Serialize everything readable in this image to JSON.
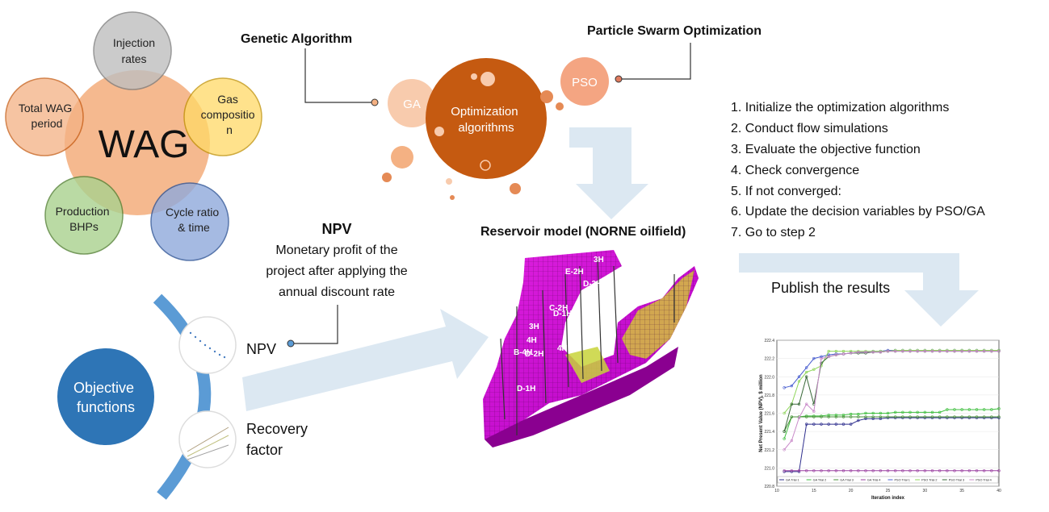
{
  "wag": {
    "center_label": "WAG",
    "injection_rates": "Injection rates",
    "gas_composition": [
      "Gas",
      "compositio",
      "n"
    ],
    "cycle_ratio": [
      "Cycle ratio",
      "& time"
    ],
    "production_bhps": [
      "Production",
      "BHPs"
    ],
    "total_wag_period": [
      "Total WAG",
      "period"
    ],
    "colors": {
      "center": "#f4b183",
      "injection": "#bfbfbf",
      "gas": "#ffd966",
      "cycle": "#8faadc",
      "production": "#a9d18e",
      "total": "#f4b183"
    }
  },
  "optimization": {
    "genetic_algorithm": "Genetic Algorithm",
    "particle_swarm": "Particle Swarm Optimization",
    "ga": "GA",
    "pso": "PSO",
    "center": [
      "Optimization",
      "algorithms"
    ],
    "colors": {
      "center": "#c55a11",
      "ga": "#f8cbad",
      "pso": "#f4a582"
    }
  },
  "steps": [
    "1.  Initialize the optimization algorithms",
    "2.  Conduct flow simulations",
    "3.  Evaluate the objective function",
    "4.  Check convergence",
    "5.  If not converged:",
    "6.  Update the decision variables by PSO/GA",
    "7.  Go to step 2"
  ],
  "reservoir": {
    "title": "Reservoir model (NORNE oilfield)",
    "well_labels": [
      "3H",
      "E-2H",
      "D-3H",
      "C-2H",
      "3H",
      "D-1H",
      "4H",
      "B-4H",
      "4H",
      "D-2H",
      "D-1H"
    ]
  },
  "npv_box": {
    "title": "NPV",
    "description": [
      "Monetary profit of the",
      "project after applying the",
      "annual discount rate"
    ]
  },
  "objective": {
    "circle": [
      "Objective",
      "functions"
    ],
    "npv": "NPV",
    "recovery": [
      "Recovery",
      "factor"
    ],
    "colors": {
      "circle": "#2e75b6",
      "arc": "#5b9bd5"
    }
  },
  "publish": "Publish the results",
  "chart_data": {
    "type": "line",
    "ylabel": "Net Present Value (NPV), $ million",
    "xlabel": "Iteration index",
    "xlim": [
      10,
      40
    ],
    "ylim": [
      220.8,
      222.4
    ],
    "xticks": [
      "10",
      "15",
      "20",
      "25",
      "30",
      "35",
      "40"
    ],
    "yticks": [
      "220.8",
      "221.0",
      "221.2",
      "221.4",
      "221.6",
      "221.8",
      "222.0",
      "222.2",
      "222.4"
    ],
    "x": [
      11,
      12,
      13,
      14,
      15,
      16,
      17,
      18,
      19,
      20,
      21,
      22,
      23,
      24,
      25,
      26,
      27,
      28,
      29,
      30,
      31,
      32,
      33,
      34,
      35,
      36,
      37,
      38,
      39,
      40
    ],
    "series": [
      {
        "name": "GA Trial 1",
        "color": "#2c2c8c",
        "values": [
          220.96,
          220.96,
          220.96,
          221.48,
          221.48,
          221.48,
          221.48,
          221.48,
          221.48,
          221.48,
          221.52,
          221.54,
          221.54,
          221.54,
          221.55,
          221.55,
          221.55,
          221.55,
          221.55,
          221.55,
          221.55,
          221.55,
          221.55,
          221.55,
          221.55,
          221.55,
          221.55,
          221.55,
          221.55,
          221.55
        ]
      },
      {
        "name": "GA Trial 2",
        "color": "#3fbf3f",
        "values": [
          221.32,
          221.56,
          221.56,
          221.57,
          221.57,
          221.57,
          221.58,
          221.58,
          221.58,
          221.59,
          221.59,
          221.6,
          221.6,
          221.6,
          221.6,
          221.61,
          221.61,
          221.61,
          221.61,
          221.61,
          221.61,
          221.61,
          221.64,
          221.64,
          221.64,
          221.64,
          221.64,
          221.64,
          221.64,
          221.65
        ]
      },
      {
        "name": "GA Trial 3",
        "color": "#4a8f3a",
        "values": [
          221.4,
          221.56,
          221.56,
          221.56,
          221.56,
          221.56,
          221.56,
          221.56,
          221.56,
          221.56,
          221.56,
          221.56,
          221.56,
          221.56,
          221.56,
          221.56,
          221.56,
          221.56,
          221.56,
          221.56,
          221.56,
          221.56,
          221.56,
          221.56,
          221.56,
          221.56,
          221.56,
          221.56,
          221.56,
          221.56
        ]
      },
      {
        "name": "GA Trial 4",
        "color": "#9a3fa0",
        "values": [
          220.97,
          220.97,
          220.97,
          220.97,
          220.97,
          220.97,
          220.97,
          220.97,
          220.97,
          220.97,
          220.97,
          220.97,
          220.97,
          220.97,
          220.97,
          220.97,
          220.97,
          220.97,
          220.97,
          220.97,
          220.97,
          220.97,
          220.97,
          220.97,
          220.97,
          220.97,
          220.97,
          220.97,
          220.97,
          220.97
        ]
      },
      {
        "name": "PSO Trial 1",
        "color": "#4a5fd0",
        "values": [
          221.88,
          221.9,
          222.0,
          222.1,
          222.2,
          222.22,
          222.24,
          222.25,
          222.25,
          222.26,
          222.27,
          222.27,
          222.28,
          222.28,
          222.29,
          222.29,
          222.29,
          222.29,
          222.29,
          222.29,
          222.29,
          222.29,
          222.29,
          222.29,
          222.29,
          222.29,
          222.29,
          222.29,
          222.29,
          222.29
        ]
      },
      {
        "name": "PSO Trial 2",
        "color": "#8fd65a",
        "values": [
          221.6,
          221.7,
          221.95,
          222.05,
          222.08,
          222.12,
          222.28,
          222.28,
          222.28,
          222.28,
          222.28,
          222.28,
          222.28,
          222.28,
          222.28,
          222.29,
          222.29,
          222.29,
          222.29,
          222.29,
          222.29,
          222.29,
          222.29,
          222.29,
          222.29,
          222.29,
          222.29,
          222.29,
          222.29,
          222.29
        ]
      },
      {
        "name": "PSO Trial 3",
        "color": "#3a6a3a",
        "values": [
          221.4,
          221.7,
          221.7,
          222.0,
          221.7,
          222.15,
          222.22,
          222.24,
          222.25,
          222.26,
          222.26,
          222.26,
          222.27,
          222.27,
          222.28,
          222.28,
          222.28,
          222.28,
          222.28,
          222.28,
          222.28,
          222.28,
          222.28,
          222.28,
          222.28,
          222.28,
          222.28,
          222.28,
          222.28,
          222.28
        ]
      },
      {
        "name": "PSO Trial 4",
        "color": "#c98ac9",
        "values": [
          221.2,
          221.3,
          221.55,
          221.7,
          221.62,
          222.2,
          222.22,
          222.24,
          222.25,
          222.26,
          222.27,
          222.27,
          222.27,
          222.27,
          222.28,
          222.28,
          222.28,
          222.28,
          222.28,
          222.28,
          222.28,
          222.28,
          222.28,
          222.28,
          222.28,
          222.28,
          222.28,
          222.28,
          222.28,
          222.28
        ]
      }
    ]
  }
}
